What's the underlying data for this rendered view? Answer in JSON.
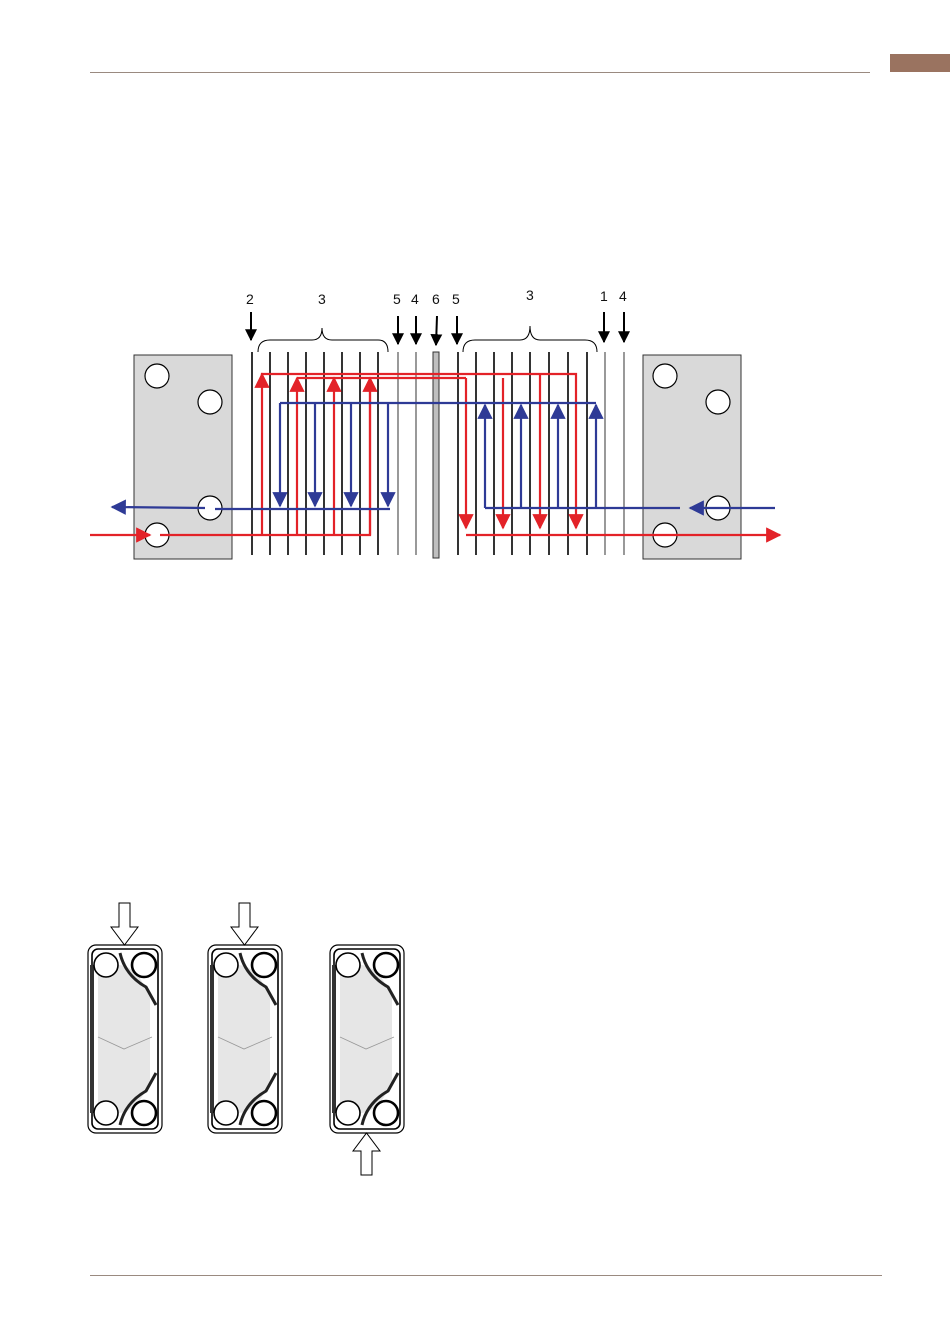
{
  "header": {
    "accent_color": "#9a7360",
    "rule_color": "#9a8a80"
  },
  "diagram": {
    "labels": {
      "l2": "2",
      "l3a": "3",
      "l5a": "5",
      "l4a": "4",
      "l6": "6",
      "l5b": "5",
      "l3b": "3",
      "l1": "1",
      "l4b": "4"
    },
    "hot_color": "#e32228",
    "cold_color": "#2e3a96",
    "frame_color": "#d9d9d9"
  },
  "plates": {
    "count": 3,
    "icons": [
      "down-arrow-icon",
      "down-arrow-icon",
      "up-arrow-icon"
    ]
  }
}
